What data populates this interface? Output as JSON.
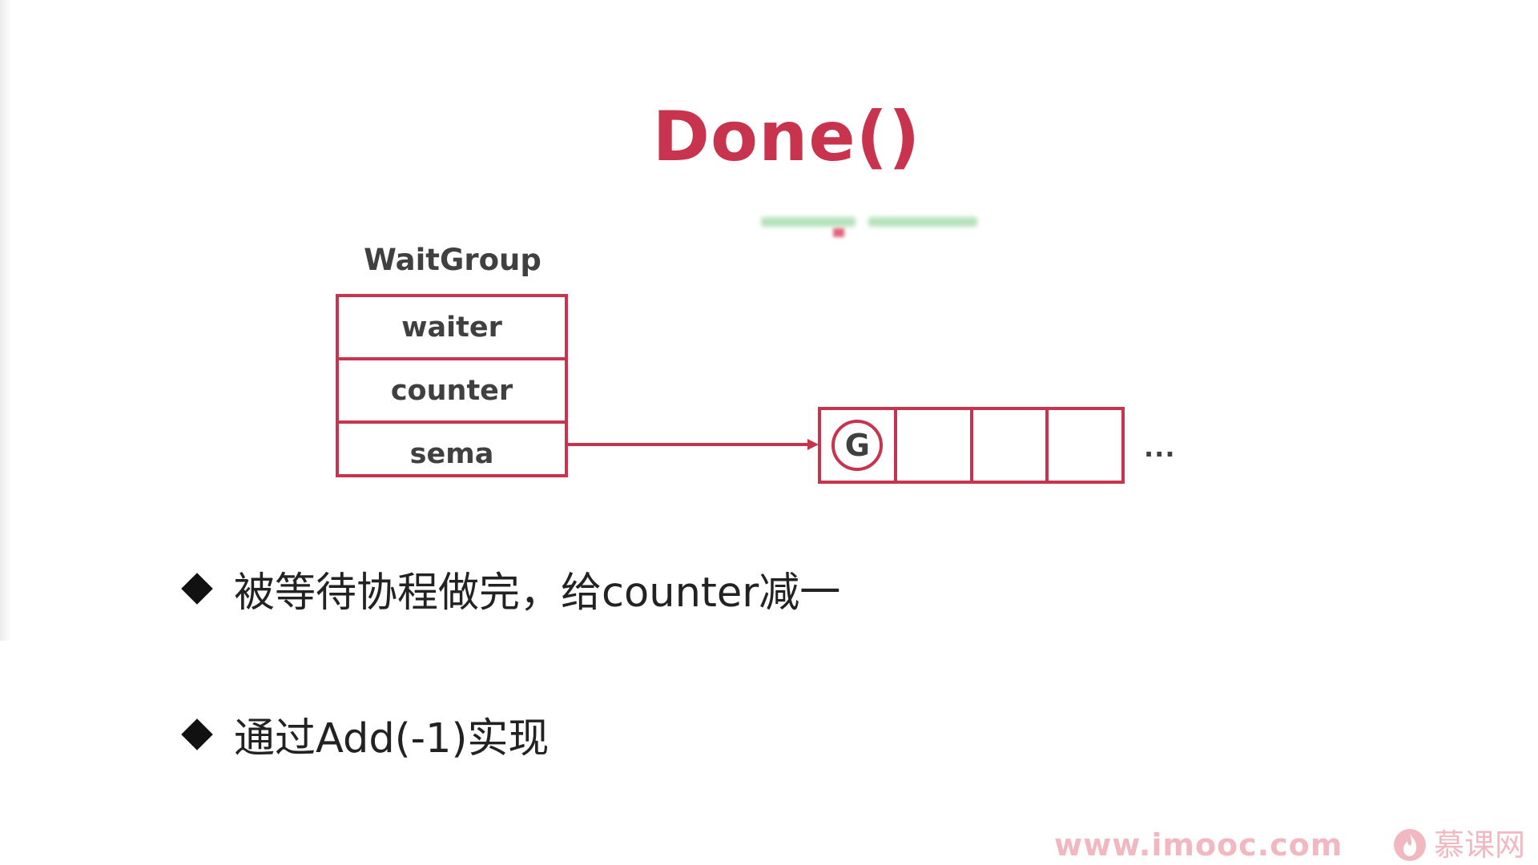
{
  "title": "Done()",
  "struct": {
    "name": "WaitGroup",
    "fields": [
      "waiter",
      "counter",
      "sema"
    ]
  },
  "queue": {
    "first_slot_label": "G",
    "ellipsis": "..."
  },
  "bullets": [
    "被等待协程做完，给counter减一",
    "通过Add(-1)实现"
  ],
  "footer": {
    "url": "www.imooc.com",
    "logo_text": "慕课网"
  },
  "colors": {
    "accent": "#c8334e",
    "text": "#404040",
    "watermark": "#f2b8c2"
  }
}
